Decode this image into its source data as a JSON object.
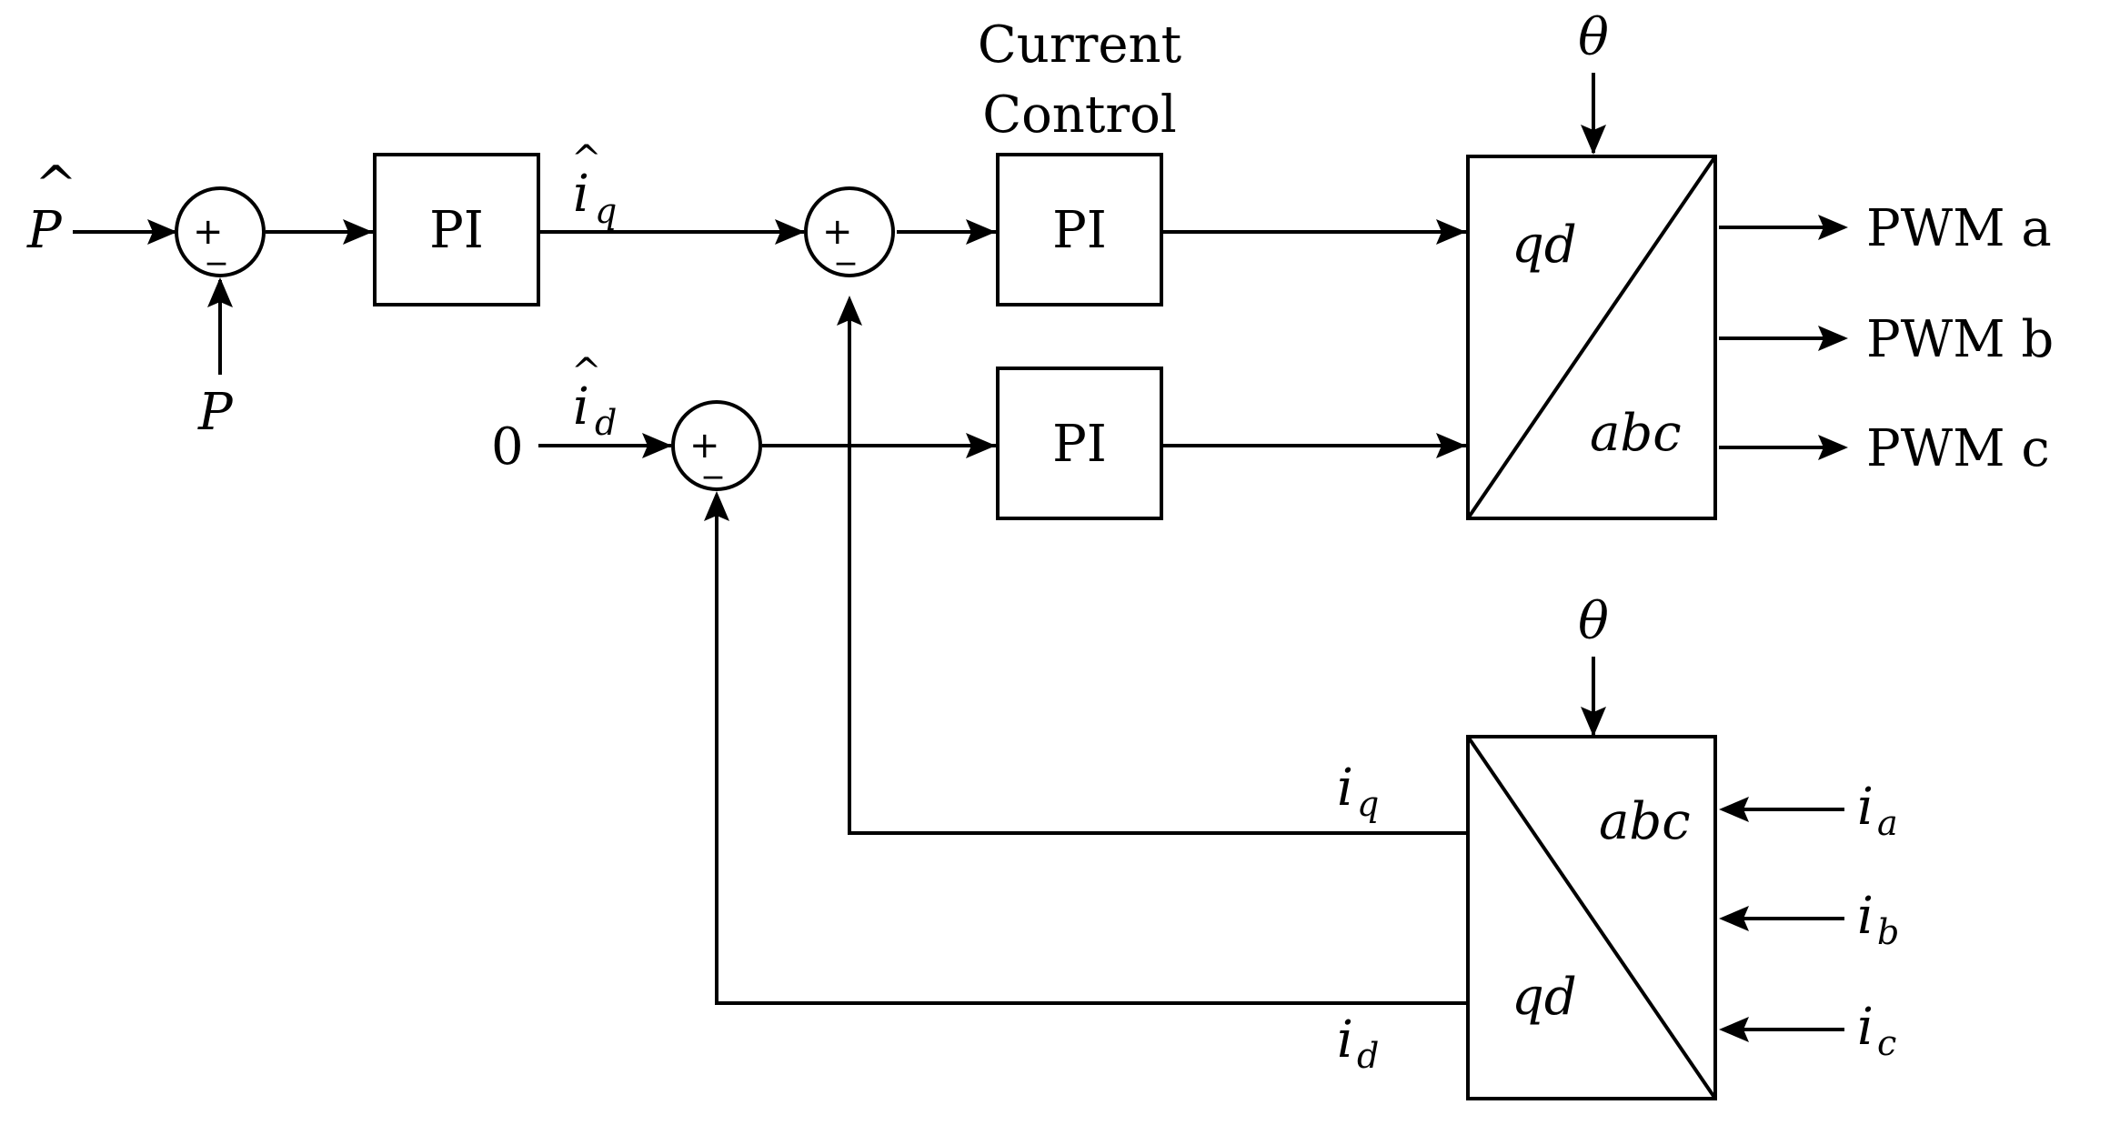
{
  "input_p_hat": "P",
  "input_p_hat_accent": "^",
  "input_p": "P",
  "input_zero": "0",
  "power_pi_label": "PI",
  "iq_ref": {
    "base": "i",
    "hat": "^",
    "sub": "q"
  },
  "id_ref": {
    "base": "i",
    "hat": "^",
    "sub": "d"
  },
  "current_control_title": [
    "Current",
    "Control"
  ],
  "iq_pi_label": "PI",
  "id_pi_label": "PI",
  "sum_plus": "+",
  "sum_minus": "_",
  "dq_to_abc": {
    "top_label": "qd",
    "bottom_label": "abc",
    "angle": "θ"
  },
  "abc_to_dq": {
    "top_label": "abc",
    "bottom_label": "qd",
    "angle": "θ"
  },
  "outputs": [
    "PWM a",
    "PWM b",
    "PWM c"
  ],
  "phase_currents": [
    {
      "base": "i",
      "sub": "a"
    },
    {
      "base": "i",
      "sub": "b"
    },
    {
      "base": "i",
      "sub": "c"
    }
  ],
  "feedback_iq": {
    "base": "i",
    "sub": "q"
  },
  "feedback_id": {
    "base": "i",
    "sub": "d"
  }
}
